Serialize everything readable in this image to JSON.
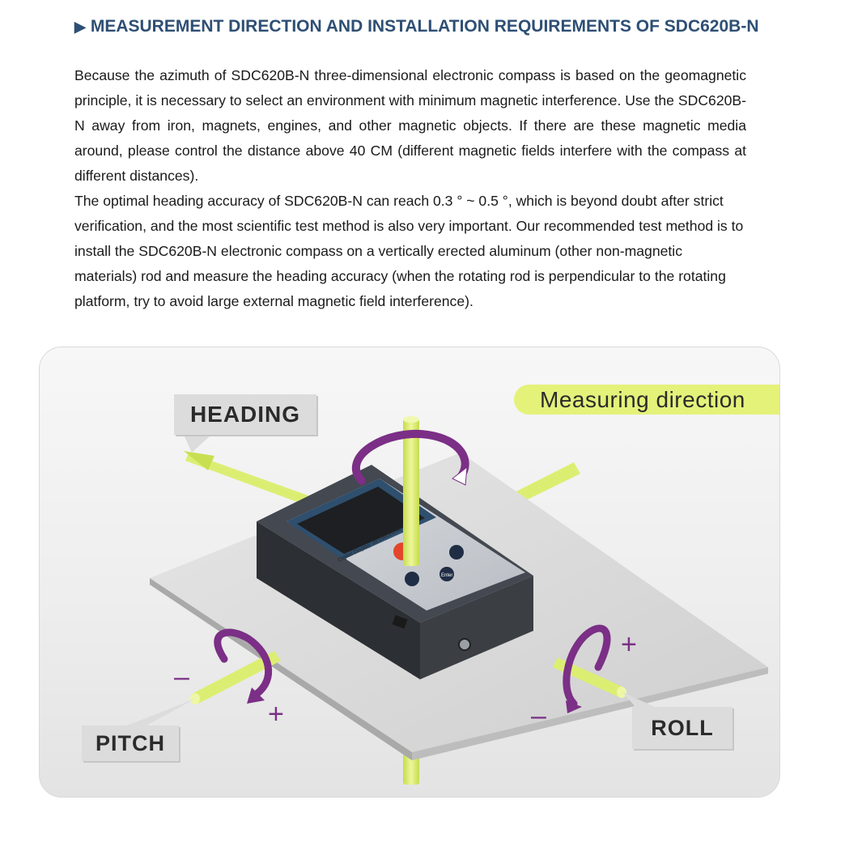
{
  "header": {
    "marker": "▶",
    "title": "MEASUREMENT DIRECTION AND INSTALLATION REQUIREMENTS OF SDC620B-N"
  },
  "body": {
    "paragraph_1": "Because the azimuth of SDC620B-N three-dimensional electronic compass is based on the geomagnetic principle, it is necessary to select an environment with minimum magnetic interference. Use the SDC620B-N away from iron, magnets, engines, and other magnetic objects. If there are these magnetic media around, please control the distance above 40 CM (different magnetic fields interfere with the compass at different distances).",
    "paragraph_2": "The optimal heading accuracy of SDC620B-N can reach 0.3 ° ~ 0.5 °, which is beyond doubt after strict verification, and the most scientific test method is also very important. Our recommended test method is to install the SDC620B-N electronic compass on a vertically erected aluminum (other non-magnetic materials) rod and measure the heading accuracy (when the rotating rod is perpendicular to the rotating platform, try to avoid large external magnetic field interference)."
  },
  "figure": {
    "heading_label": "HEADING",
    "pitch_label": "PITCH",
    "roll_label": "ROLL",
    "measuring_direction": "Measuring direction",
    "pitch_minus": "–",
    "pitch_plus": "+",
    "roll_minus": "–",
    "roll_plus": "+",
    "device_screen_text": "Digital Display 3d Electronic Compass",
    "device_button_enter": "Enter",
    "colors": {
      "axis": "#d8ec6a",
      "rotation": "#7b2f86",
      "device_body": "#3a3d42",
      "device_panel": "#c9ccd1",
      "screen_frame": "#2f4f6e",
      "platform": "#d4d4d4",
      "label_bg": "#dcdcdc",
      "banner_bg": "#e4f27a"
    }
  }
}
